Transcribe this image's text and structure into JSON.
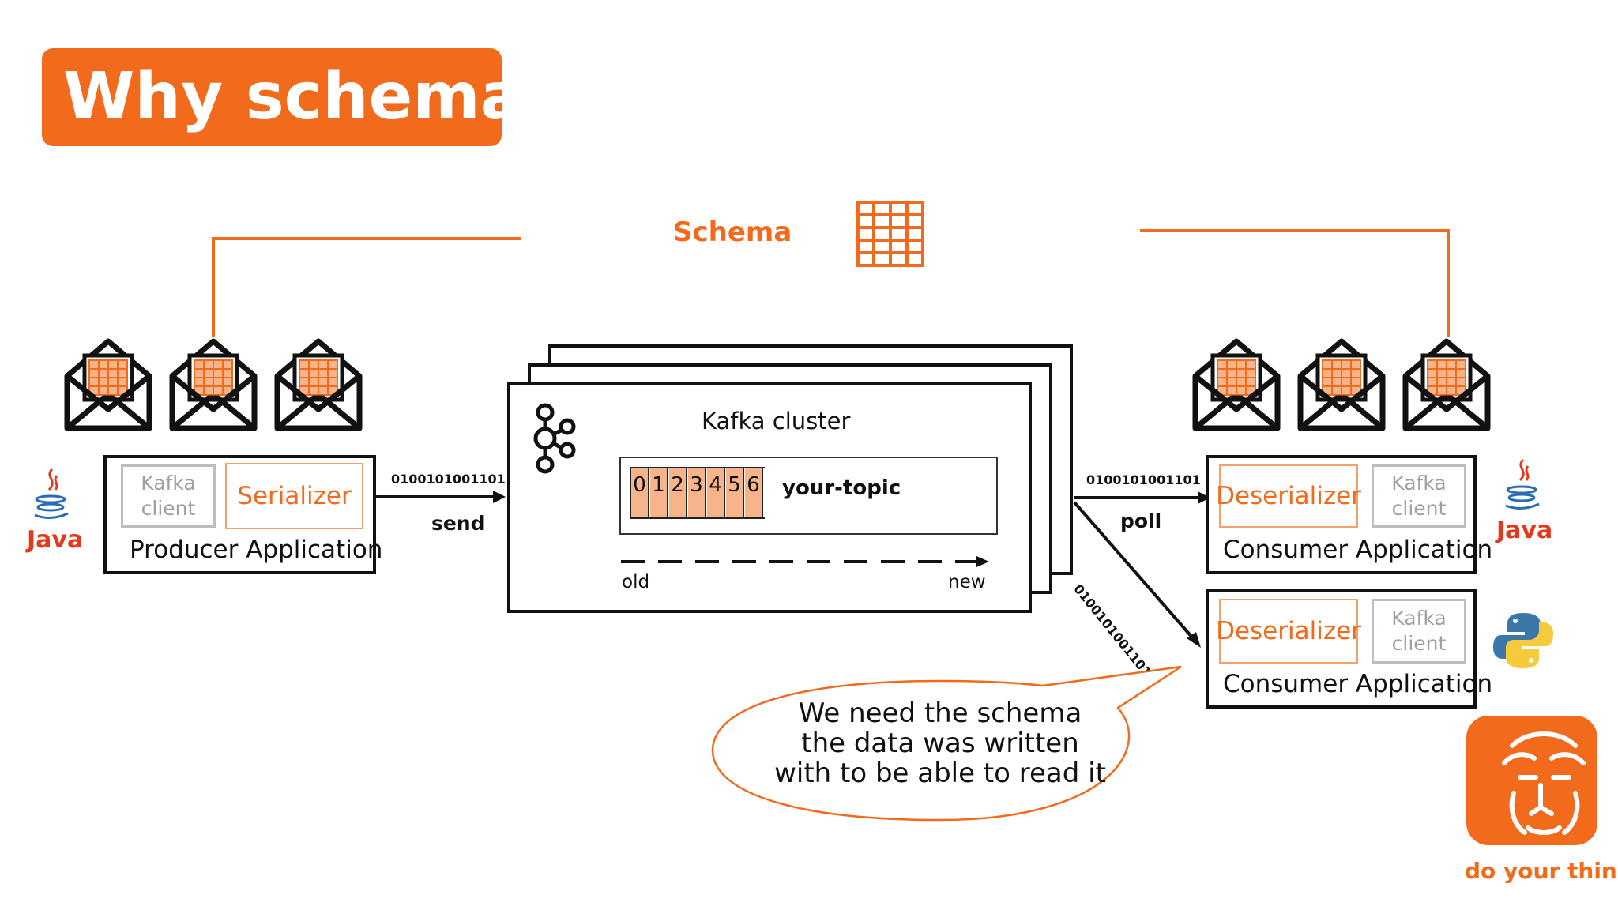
{
  "title": "Why schemas?",
  "schema": {
    "label": "Schema"
  },
  "producer": {
    "client_label": "Kafka client",
    "serializer_label": "Serializer",
    "app_label": "Producer Application",
    "language": "Java"
  },
  "flow": {
    "send_bits": "0100101001101",
    "send_label": "send",
    "poll_bits": "0100101001101",
    "poll_label": "poll",
    "diag_bits": "0100101001101"
  },
  "cluster": {
    "title": "Kafka cluster",
    "topic": "your-topic",
    "offsets": [
      "0",
      "1",
      "2",
      "3",
      "4",
      "5",
      "6"
    ],
    "old_label": "old",
    "new_label": "new"
  },
  "consumers": [
    {
      "deserializer_label": "Deserializer",
      "client_label": "Kafka client",
      "app_label": "Consumer Application",
      "language": "Java"
    },
    {
      "deserializer_label": "Deserializer",
      "client_label": "Kafka client",
      "app_label": "Consumer Application",
      "language": "Python"
    }
  ],
  "bubble": {
    "line1": "We need the schema",
    "line2": "the data was written",
    "line3": "with to be able to read it"
  },
  "brand": {
    "tagline": "do your thing",
    "color": "#f26a1b"
  },
  "icons": [
    "envelope-icon",
    "schema-grid-icon",
    "kafka-icon",
    "java-icon",
    "python-icon",
    "lion-logo-icon"
  ]
}
